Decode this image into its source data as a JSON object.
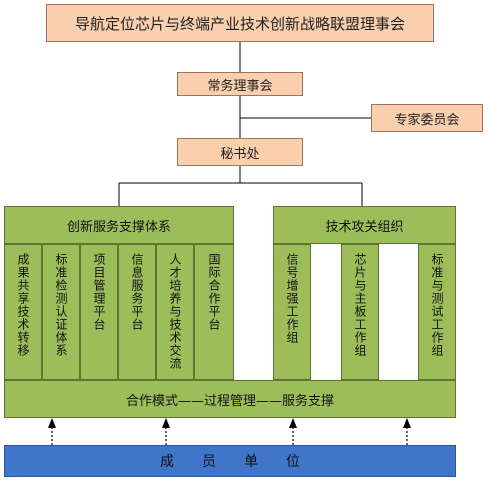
{
  "council": "导航定位芯片与终端产业技术创新战略联盟理事会",
  "standing_council": "常务理事会",
  "expert_committee": "专家委员会",
  "secretariat": "秘书处",
  "service_system": {
    "title": "创新服务支撑体系",
    "items": [
      "成果共享技术转移",
      "标准检测认证体系",
      "项目管理平台",
      "信息服务平台",
      "人才培养与技术交流",
      "国际合作平台"
    ]
  },
  "tech_org": {
    "title": "技术攻关组织",
    "items": [
      "信号增强工作组",
      "芯片与主板工作组",
      "标准与测试工作组"
    ]
  },
  "cooperation_bar": "合作模式——过程管理——服务支撑",
  "members": "成　　员　　单　　位"
}
